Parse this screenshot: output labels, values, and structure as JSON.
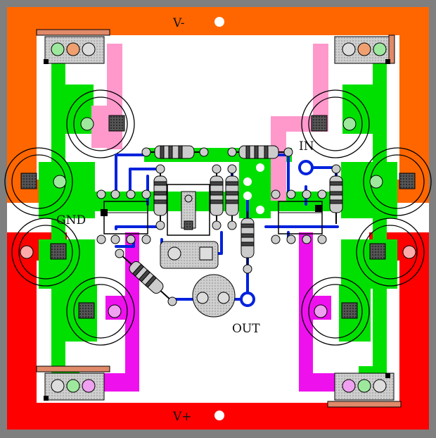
{
  "labels": {
    "v_minus": "V-",
    "v_plus": "V+",
    "gnd": "GND",
    "in": "IN",
    "out": "OUT"
  },
  "colors": {
    "frame": "#7f7f7f",
    "negative_rail": "#ff6600",
    "positive_rail": "#ff0000",
    "ground_plane": "#00e000",
    "signal_trace": "#0022dd",
    "pink_trace": "#ff99cc",
    "magenta_trace": "#ee11ee",
    "board": "#ffffff"
  }
}
